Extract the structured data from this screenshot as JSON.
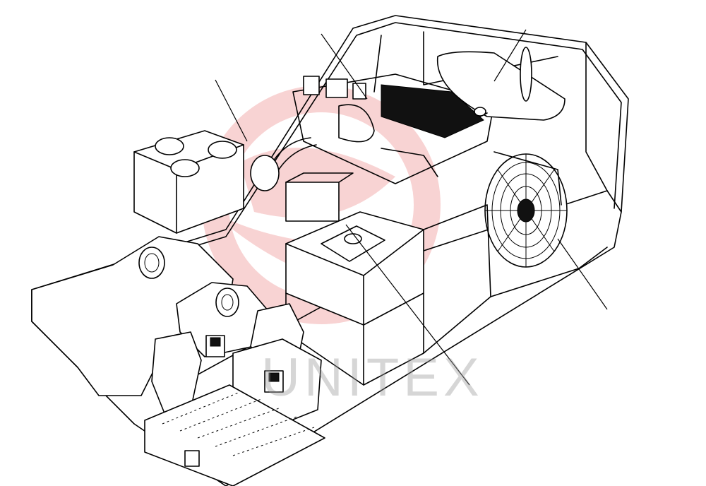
{
  "figure": {
    "type": "isometric-machine-layout",
    "line_color": "#000000",
    "background": "#ffffff"
  },
  "components": [
    {
      "id": "hydraulic-tank",
      "icon": "tank-icon"
    },
    {
      "id": "engine",
      "icon": "engine-icon"
    },
    {
      "id": "exhaust-muffler",
      "icon": "muffler-icon"
    },
    {
      "id": "radiator-fan",
      "icon": "fan-icon"
    },
    {
      "id": "fuel-tank",
      "icon": "tank-icon"
    },
    {
      "id": "control-valve",
      "icon": "valve-icon"
    },
    {
      "id": "operator-seat",
      "icon": "seat-icon"
    },
    {
      "id": "boom-mount",
      "icon": "bracket-icon"
    }
  ],
  "leader_lines": 5,
  "watermark": {
    "text": "UNITEX",
    "logo_color": "#e03a3a"
  }
}
